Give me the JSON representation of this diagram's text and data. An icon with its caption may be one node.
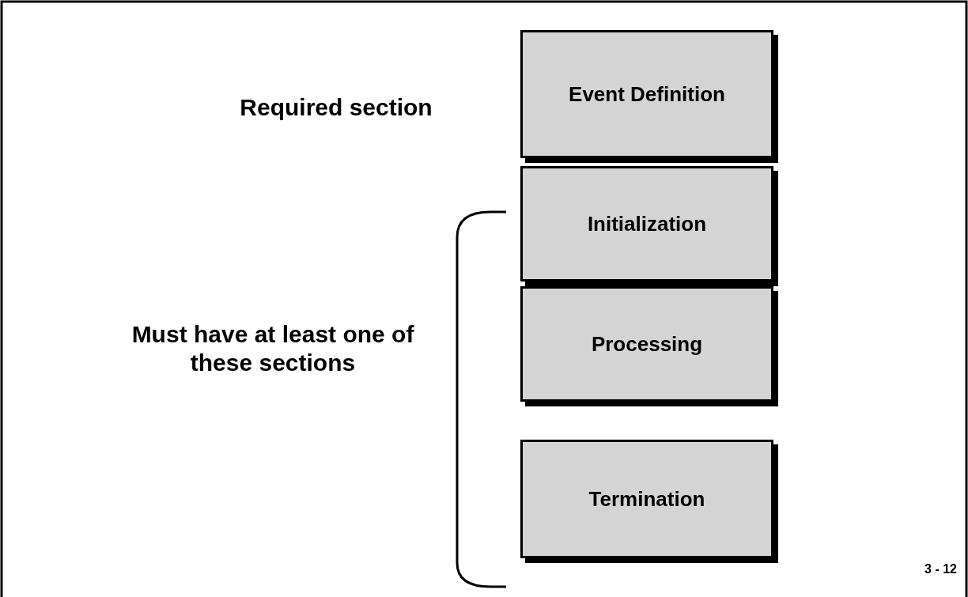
{
  "diagram": {
    "nodes": [
      {
        "text": [
          "Event Definition"
        ]
      },
      {
        "text": [
          "Initialization"
        ]
      },
      {
        "text": [
          "Processing"
        ]
      },
      {
        "text": [
          "Termination"
        ]
      }
    ],
    "labels": [
      "Required section",
      "Must have at least one of these sections",
      "3 - 12"
    ]
  }
}
